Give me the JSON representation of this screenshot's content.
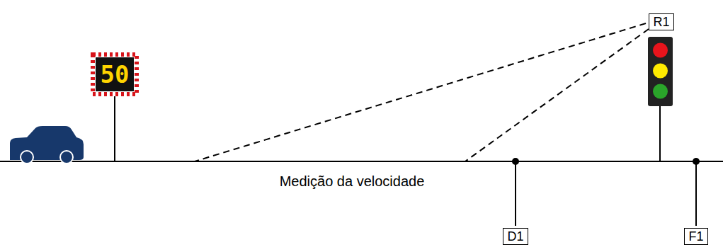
{
  "diagram": {
    "nodes": [
      {
        "text": [
          "50"
        ]
      },
      {
        "text": [
          "R1"
        ]
      },
      {
        "text": [
          "D1"
        ]
      },
      {
        "text": [
          "F1"
        ]
      }
    ],
    "labels": [
      "Medição da velocidade"
    ]
  }
}
